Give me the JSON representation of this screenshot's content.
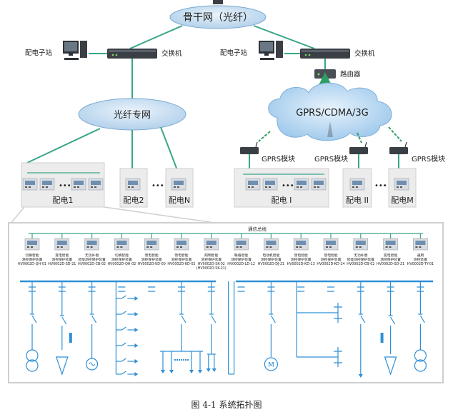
{
  "network": {
    "backbone": "骨干网（光纤）",
    "fiber_net": "光纤专网",
    "gprs_cloud": "GPRS/CDMA/3G",
    "left_substation": "配电子站",
    "left_switch": "交换机",
    "right_substation": "配电子站",
    "right_switch": "交换机",
    "router": "路由器",
    "gprs_module_1": "GPRS模块",
    "gprs_module_2": "GPRS模块",
    "gprs_module_3": "GPRS模块",
    "dist_1": "配电1",
    "dist_2": "配电2",
    "dist_n": "配电N",
    "dist_i": "配电 I",
    "dist_ii": "配电 II",
    "dist_m": "配电M",
    "dots": "•••"
  },
  "detail": {
    "bus_label": "通信总线",
    "devices": [
      {
        "line1": "切换智能",
        "line2": "测控保护装置",
        "model": "HV0002D-QH-01"
      },
      {
        "line1": "变电智能",
        "line2": "测控保护装置",
        "model": "HV0002D-SD-21"
      },
      {
        "line1": "无功补偿",
        "line2": "智能测控保护装置",
        "model": "HV0002D-CB-02"
      },
      {
        "line1": "切换智能",
        "line2": "测控保护装置",
        "model": "HV0002D-QH-02"
      },
      {
        "line1": "馈电智能",
        "line2": "测控保护装置",
        "model": "HV0002D-KD-00"
      },
      {
        "line1": "馈电智能",
        "line2": "测控保护装置",
        "model": "HV0002D-KD-02"
      },
      {
        "line1": "照明智能",
        "line2": "测控保护装置",
        "model": "HV0002D-SK-02",
        "model2": "(HV0002D-SK-21)"
      },
      {
        "line1": "联络智能",
        "line2": "测控保护装置",
        "model": "HV0002D-LD-12"
      },
      {
        "line1": "电动机智能",
        "line2": "测控保护装置",
        "model": "HV0002D-DJ-21"
      },
      {
        "line1": "馈电智能",
        "line2": "测控保护装置",
        "model": "HV0002D-KD-13"
      },
      {
        "line1": "馈电智能",
        "line2": "测控保护装置",
        "model": "HV0002D-KD-24"
      },
      {
        "line1": "无功补偿",
        "line2": "智能测控保护装置",
        "model": "HV0002D-CB-02"
      },
      {
        "line1": "变电智能",
        "line2": "测控保护装置",
        "model": "HV0002D-SD-21"
      },
      {
        "line1": "通用",
        "line2": "测控装置",
        "model": "HV0002D-TY-01"
      }
    ]
  },
  "caption": "图 4-1   系统拓扑图"
}
